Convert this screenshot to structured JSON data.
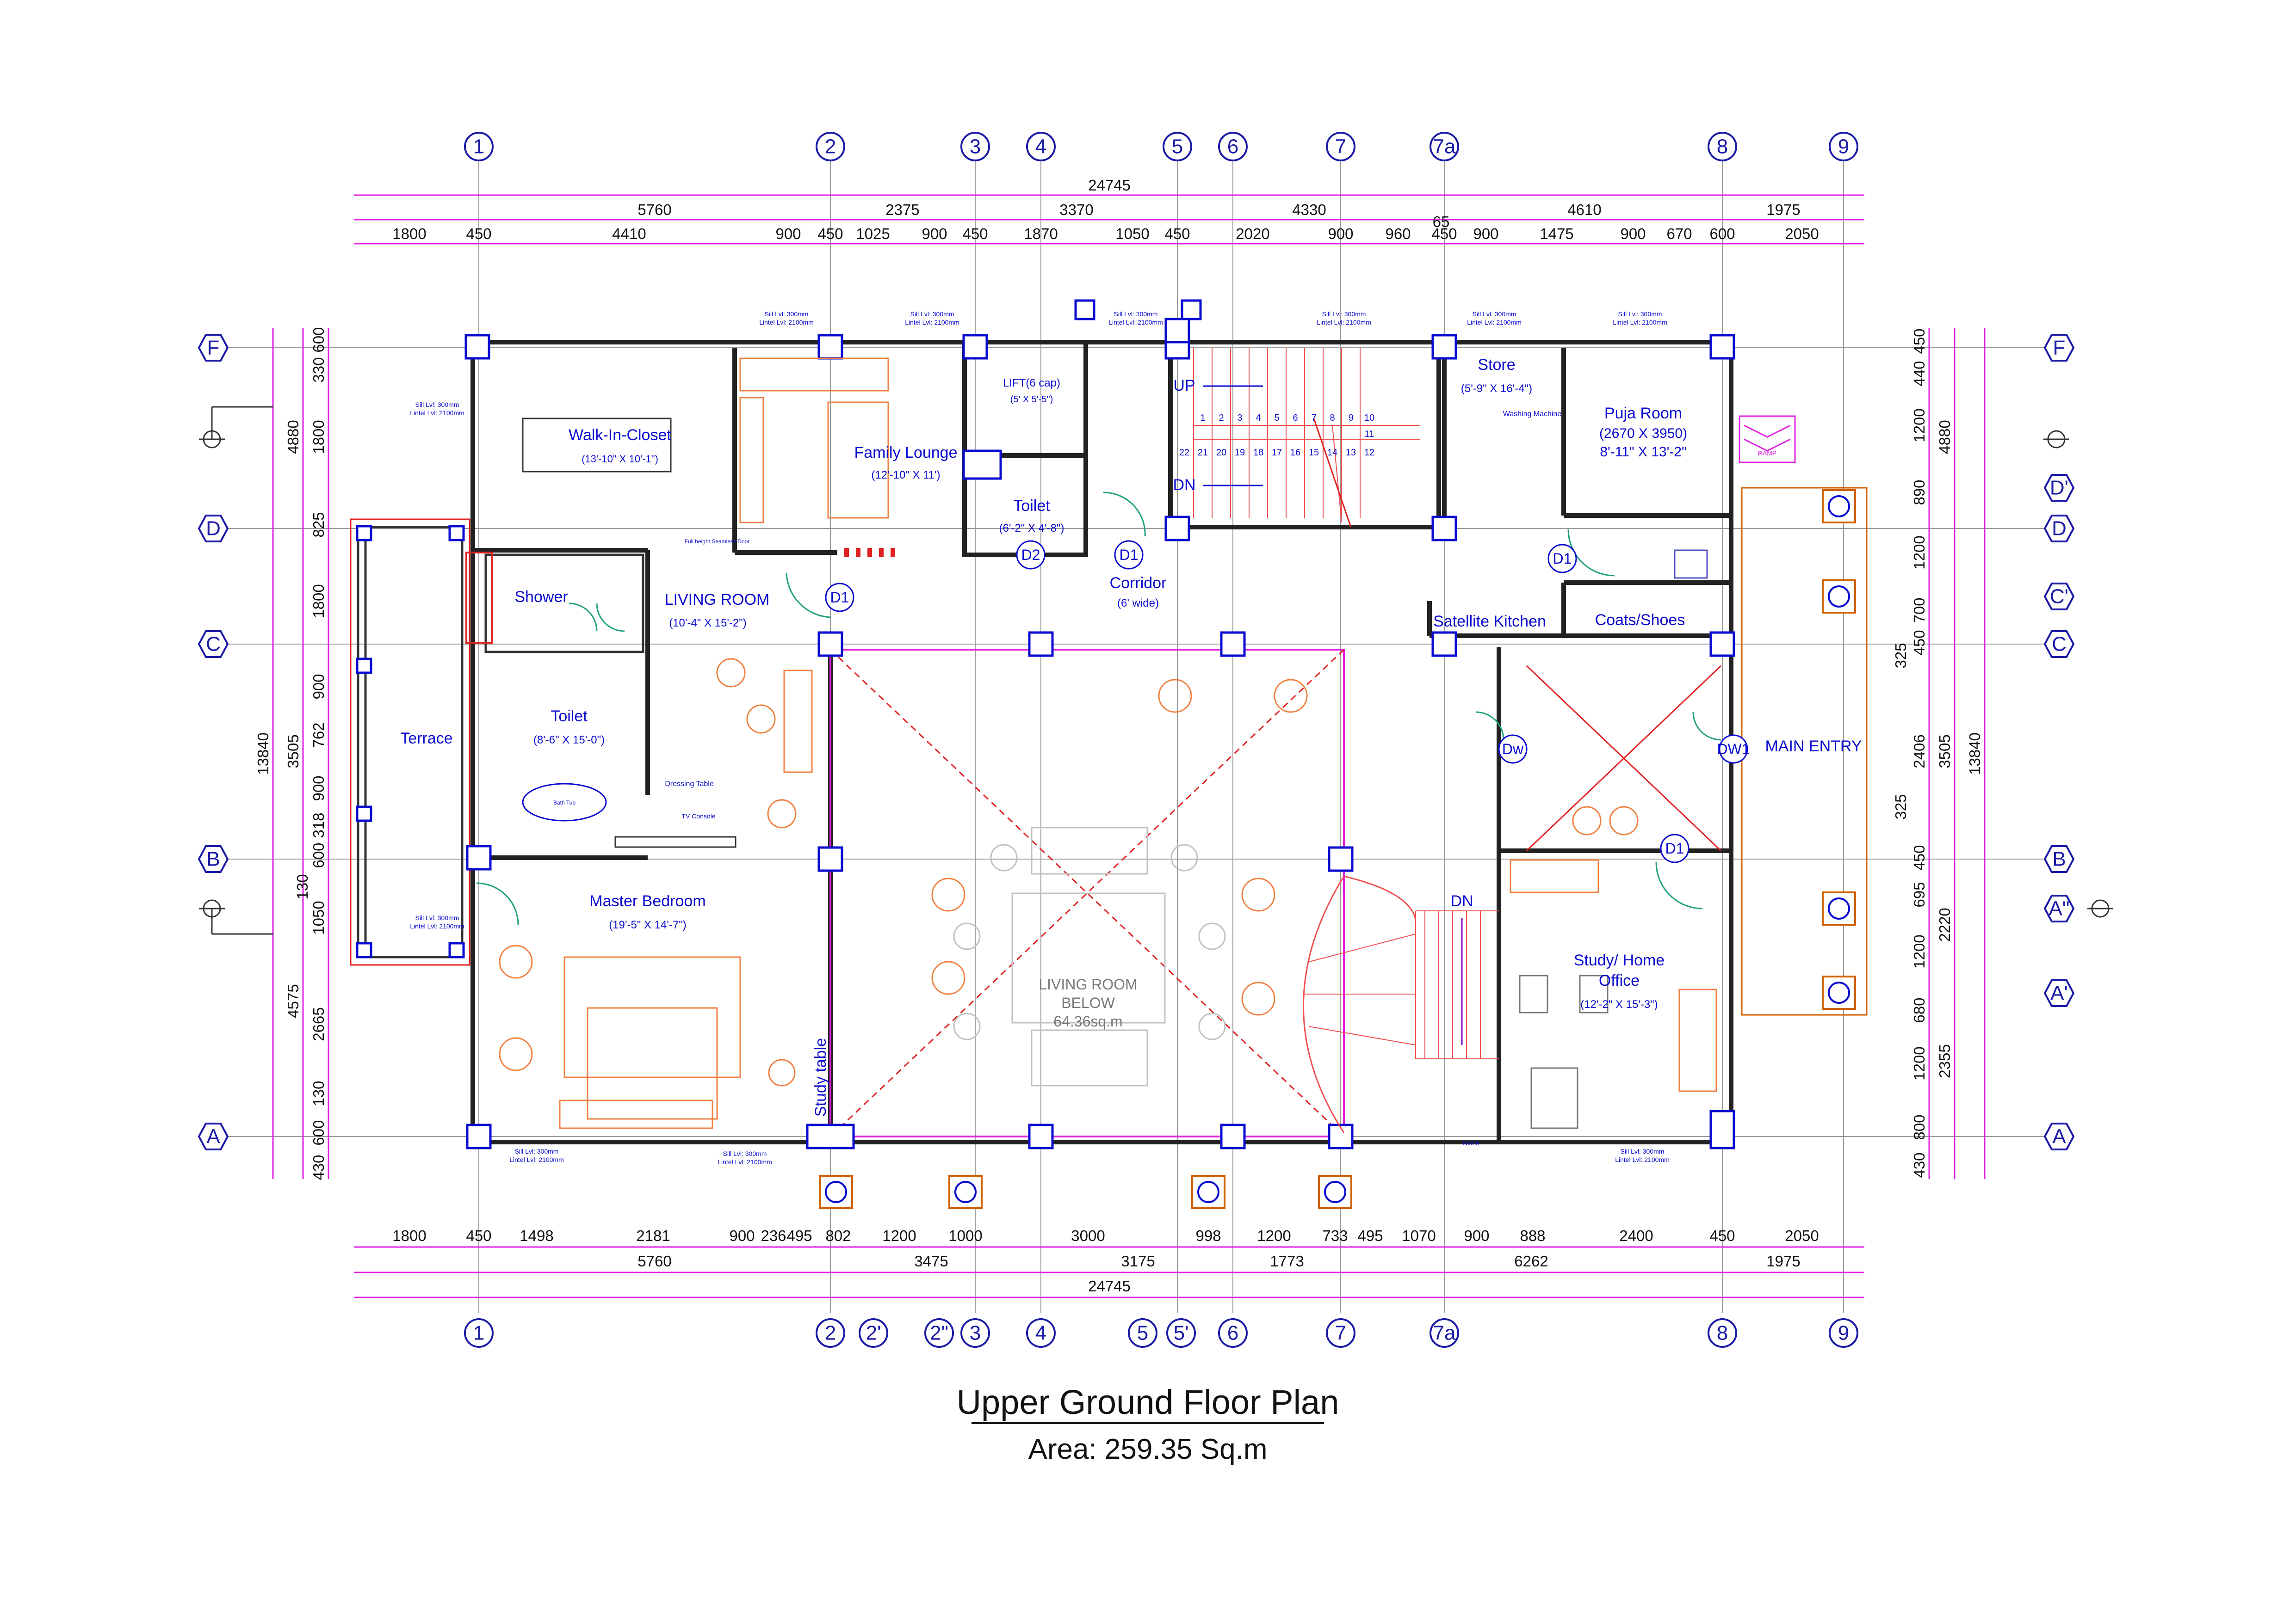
{
  "title": "Upper Ground Floor Plan",
  "area": "Area: 259.35 Sq.m",
  "grid_top": [
    "1",
    "2",
    "3",
    "4",
    "5",
    "6",
    "7",
    "7a",
    "8",
    "9"
  ],
  "grid_bottom": [
    "1",
    "2",
    "2'",
    "2\"",
    "3",
    "4",
    "5",
    "5'",
    "6",
    "7",
    "7a",
    "8",
    "9"
  ],
  "grid_left": [
    "F",
    "D",
    "C",
    "B",
    "A"
  ],
  "grid_right": [
    "F",
    "D'",
    "D",
    "C'",
    "C",
    "B",
    "A\"",
    "A'",
    "A"
  ],
  "dims_top": {
    "overall": "24745",
    "row2": [
      "5760",
      "2375",
      "3370",
      "4330",
      "4610",
      "1975"
    ],
    "row2_extra": "65",
    "row3": [
      "1800",
      "450",
      "4410",
      "900",
      "450",
      "1025",
      "900",
      "450",
      "1870",
      "1050",
      "450",
      "2020",
      "900",
      "960",
      "450",
      "900",
      "1475",
      "900",
      "670",
      "600",
      "2050"
    ]
  },
  "dims_bottom": {
    "row1": [
      "1800",
      "450",
      "1498",
      "2181",
      "900",
      "236",
      "495",
      "802",
      "1200",
      "1000",
      "3000",
      "998",
      "1200",
      "733",
      "495",
      "1070",
      "900",
      "888",
      "2400",
      "450",
      "2050"
    ],
    "row2": [
      "5760",
      "3475",
      "3175",
      "1773",
      "6262",
      "1975"
    ],
    "overall": "24745"
  },
  "dims_left": {
    "inner": [
      "600",
      "330",
      "1800",
      "825",
      "1800",
      "900",
      "762",
      "900",
      "318",
      "600",
      "130",
      "1050",
      "2665",
      "130",
      "600",
      "430"
    ],
    "mid": [
      "4880",
      "3505",
      "4575"
    ],
    "outer": "13840"
  },
  "dims_right": {
    "inner": [
      "450",
      "440",
      "1200",
      "890",
      "1200",
      "700",
      "450",
      "325",
      "2406",
      "325",
      "450",
      "695",
      "1200",
      "680",
      "1200",
      "800",
      "430"
    ],
    "mid": [
      "4880",
      "3505",
      "2220",
      "2355"
    ],
    "outer": "13840"
  },
  "rooms": {
    "walk_in_closet": {
      "name": "Walk-In-Closet",
      "size": "(13'-10\" X 10'-1\")"
    },
    "family_lounge": {
      "name": "Family Lounge",
      "size": "(12'-10\" X 11')"
    },
    "lift": {
      "name": "LIFT(6 cap)",
      "size": "(5' X 5'-5\")"
    },
    "toilet_small": {
      "name": "Toilet",
      "size": "(6'-2\" X 4'-8\")"
    },
    "store": {
      "name": "Store",
      "size": "(5'-9\" X 16'-4\")"
    },
    "puja_room": {
      "name": "Puja Room",
      "size": "(2670 X 3950)",
      "size2": "8'-11\" X 13'-2\""
    },
    "shower": {
      "name": "Shower"
    },
    "living_room": {
      "name": "LIVING ROOM",
      "size": "(10'-4\" X 15'-2\")"
    },
    "corridor": {
      "name": "Corridor",
      "size": "(6' wide)"
    },
    "satellite_kitchen": {
      "name": "Satellite Kitchen"
    },
    "coats_shoes": {
      "name": "Coats/Shoes"
    },
    "terrace": {
      "name": "Terrace"
    },
    "toilet_master": {
      "name": "Toilet",
      "size": "(8'-6\" X 15'-0\")"
    },
    "main_entry": {
      "name": "MAIN ENTRY"
    },
    "master_bedroom": {
      "name": "Master Bedroom",
      "size": "(19'-5\" X 14'-7\")"
    },
    "living_below": {
      "name": "LIVING ROOM",
      "line2": "BELOW",
      "area": "64.36sq.m"
    },
    "study_office": {
      "name": "Study/ Home",
      "line2": "Office",
      "size": "(12'-2\" X 15'-3\")"
    },
    "study_table": {
      "name": "Study table"
    }
  },
  "labels": {
    "up": "UP",
    "dn": "DN",
    "dn_stair": "DN",
    "stair_top": [
      "1",
      "2",
      "3",
      "4",
      "5",
      "6",
      "7",
      "8",
      "9",
      "10"
    ],
    "stair_mid": "11",
    "stair_bottom": [
      "22",
      "21",
      "20",
      "19",
      "18",
      "17",
      "16",
      "15",
      "14",
      "13",
      "12"
    ],
    "bath_tub": "Bath Tub",
    "dressing_table": "Dressing Table",
    "tv_console": "TV Console",
    "washing_machine": "Washing Machine",
    "ramp": "RAMP",
    "niche": "Niche",
    "seamless_door": "Full height Seamless Door",
    "sill": "Sill Lvl: 300mm",
    "lintel": "Lintel Lvl: 2100mm"
  },
  "doors": {
    "d1": "D1",
    "d2": "D2",
    "dw": "Dw",
    "dw1": "DW1"
  },
  "colors": {
    "grid_blue": "#1a1aa6",
    "dimension_magenta": "#e020e0",
    "furniture_orange": "#f08040",
    "wall": "#222222"
  }
}
